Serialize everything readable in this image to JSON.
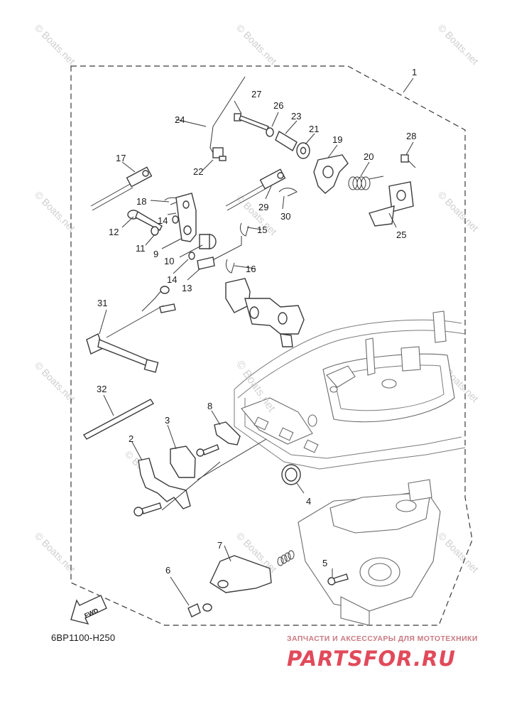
{
  "diagram": {
    "code": "6BP1100-H250",
    "center_watermark": "© Boats.net",
    "fwd_label": "FWD",
    "labels": [
      {
        "id": "1",
        "text": "1"
      },
      {
        "id": "2",
        "text": "2"
      },
      {
        "id": "3",
        "text": "3"
      },
      {
        "id": "4",
        "text": "4"
      },
      {
        "id": "5",
        "text": "5"
      },
      {
        "id": "6",
        "text": "6"
      },
      {
        "id": "7",
        "text": "7"
      },
      {
        "id": "8",
        "text": "8"
      },
      {
        "id": "9",
        "text": "9"
      },
      {
        "id": "10",
        "text": "10"
      },
      {
        "id": "11",
        "text": "11"
      },
      {
        "id": "12",
        "text": "12"
      },
      {
        "id": "13",
        "text": "13"
      },
      {
        "id": "14a",
        "text": "14"
      },
      {
        "id": "14b",
        "text": "14"
      },
      {
        "id": "15",
        "text": "15"
      },
      {
        "id": "16",
        "text": "16"
      },
      {
        "id": "17",
        "text": "17"
      },
      {
        "id": "18",
        "text": "18"
      },
      {
        "id": "19",
        "text": "19"
      },
      {
        "id": "20",
        "text": "20"
      },
      {
        "id": "21",
        "text": "21"
      },
      {
        "id": "22",
        "text": "22"
      },
      {
        "id": "23",
        "text": "23"
      },
      {
        "id": "24",
        "text": "24"
      },
      {
        "id": "25",
        "text": "25"
      },
      {
        "id": "26",
        "text": "26"
      },
      {
        "id": "27",
        "text": "27"
      },
      {
        "id": "28",
        "text": "28"
      },
      {
        "id": "29",
        "text": "29"
      },
      {
        "id": "30",
        "text": "30"
      },
      {
        "id": "31",
        "text": "31"
      },
      {
        "id": "32",
        "text": "32"
      }
    ],
    "watermarks": [
      "© Boats.net",
      "© Boats.net",
      "© Boats.net",
      "© Boats.net",
      "© Boats.net",
      "© Boats.net",
      "© Boats.net",
      "© Boats.net",
      "© Boats.net",
      "© Boats.net",
      "© Boats.net",
      "© Boats.net"
    ]
  },
  "brand": {
    "tagline": "ЗАПЧАСТИ И АКСЕССУАРЫ ДЛЯ МОТОТЕХНИКИ",
    "logo": "PARTSFOR.RU",
    "logo_color": "#e14a5a"
  }
}
